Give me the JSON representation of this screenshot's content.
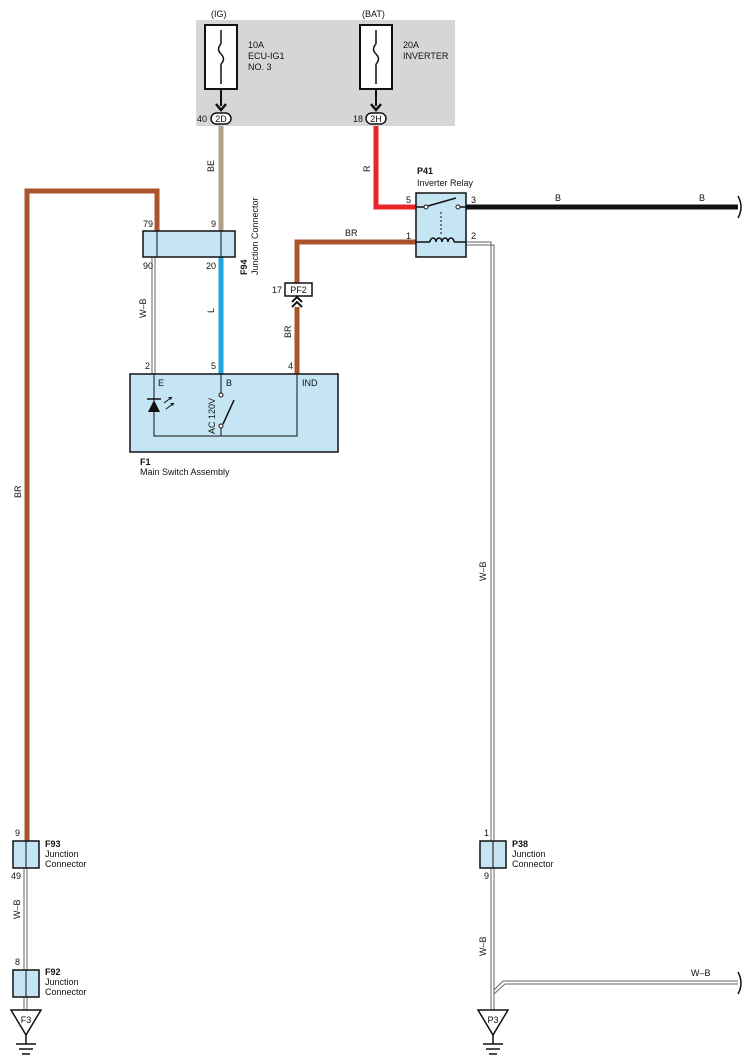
{
  "colors": {
    "fuse_box_fill": "#d6d6d6",
    "component_fill": "#c5e5f5",
    "wire_brown": "#a8552c",
    "wire_beige": "#b3a08d",
    "wire_red": "#e8262a",
    "wire_blue": "#1ea4e0",
    "wire_black": "#111111",
    "wire_white_black": "#666666"
  },
  "fuses": {
    "ig": {
      "source": "(IG)",
      "rating": "10A",
      "name_line1": "ECU-IG1",
      "name_line2": "NO. 3",
      "connector": "2D",
      "pin": "40"
    },
    "bat": {
      "source": "(BAT)",
      "rating": "20A",
      "name": "INVERTER",
      "connector": "2H",
      "pin": "18"
    }
  },
  "relay": {
    "ref": "P41",
    "name": "Inverter Relay",
    "pins": {
      "p5": "5",
      "p3": "3",
      "p1": "1",
      "p2": "2"
    }
  },
  "f94": {
    "ref": "F94",
    "name": "Junction Connector",
    "pins": {
      "p79": "79",
      "p9": "9",
      "p90": "90",
      "p20": "20"
    }
  },
  "pf2": {
    "connector": "PF2",
    "pin": "17"
  },
  "main_switch": {
    "ref": "F1",
    "name": "Main Switch Assembly",
    "pins": {
      "p2": "2",
      "p5": "5",
      "p4": "4"
    },
    "terminals": {
      "e": "E",
      "b": "B",
      "ind": "IND"
    },
    "switch_label": "AC 120V"
  },
  "f93": {
    "ref": "F93",
    "name_line1": "Junction",
    "name_line2": "Connector",
    "pins": {
      "top": "9",
      "bottom": "49"
    }
  },
  "f92": {
    "ref": "F92",
    "name_line1": "Junction",
    "name_line2": "Connector",
    "pins": {
      "top": "8"
    }
  },
  "p38": {
    "ref": "P38",
    "name_line1": "Junction",
    "name_line2": "Connector",
    "pins": {
      "top": "1",
      "bottom": "9"
    }
  },
  "grounds": {
    "left": "F3",
    "right": "P3"
  },
  "wire_labels": {
    "be": "BE",
    "r": "R",
    "b_mid": "B",
    "b_right": "B",
    "br_relay": "BR",
    "wb_f94": "W–B",
    "l": "L",
    "br_pf2": "BR",
    "br_left": "BR",
    "wb_right": "W–B",
    "wb_f93": "W–B",
    "wb_p38": "W–B",
    "wb_bottom": "W–B"
  }
}
